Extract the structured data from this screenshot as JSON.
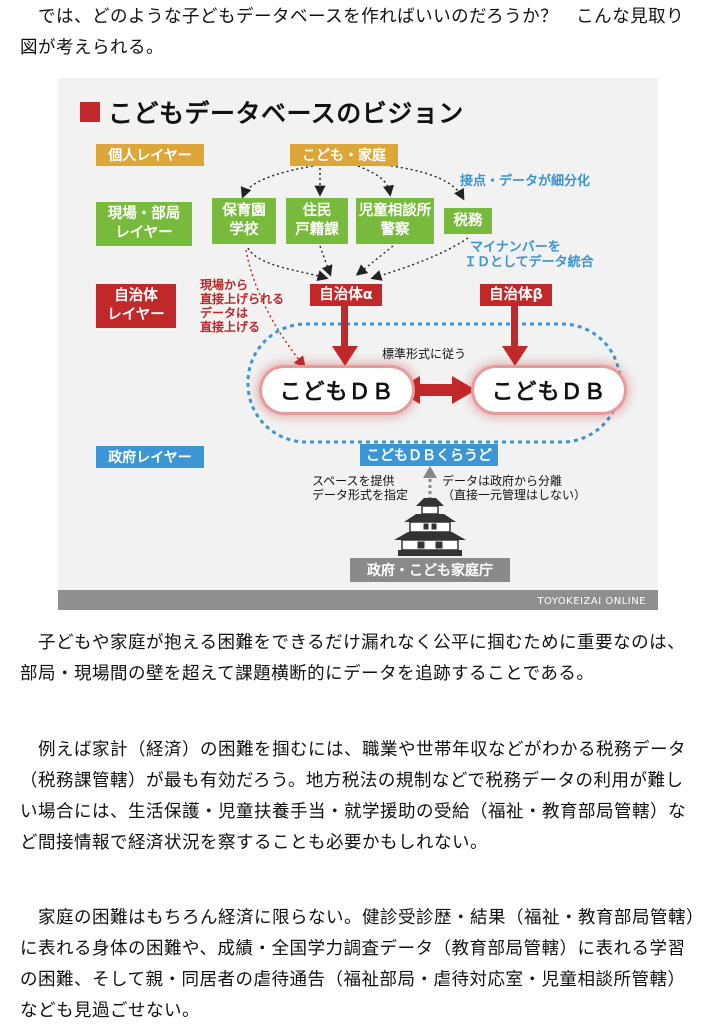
{
  "article": {
    "para1": "　では、どのような子どもデータベースを作ればいいのだろうか？　こんな見取り図が考えられる。",
    "para2": "　子どもや家庭が抱える困難をできるだけ漏れなく公平に掴むために重要なのは、部局・現場間の壁を超えて課題横断的にデータを追跡することである。",
    "para3": "　例えば家計（経済）の困難を掴むには、職業や世帯年収などがわかる税務データ（税務課管轄）が最も有効だろう。地方税法の規制などで税務データの利用が難しい場合には、生活保護・児童扶養手当・就学援助の受給（福祉・教育部局管轄）など間接情報で経済状況を察することも必要かもしれない。",
    "para4": "　家庭の困難はもちろん経済に限らない。健診受診歴・結果（福祉・教育部局管轄）に表れる身体の困難や、成績・全国学力調査データ（教育部局管轄）に表れる学習の困難、そして親・同居者の虐待通告（福祉部局・虐待対応室・児童相談所管轄）なども見過ごせない。"
  },
  "diagram": {
    "title": "こどもデータベースのビジョン",
    "layers": {
      "individual": "個人レイヤー",
      "field": [
        "現場・部局",
        "レイヤー"
      ],
      "municipal": [
        "自治体",
        "レイヤー"
      ],
      "government": "政府レイヤー"
    },
    "child_family": "こども・家庭",
    "field_nodes": {
      "school": [
        "保育園",
        "学校"
      ],
      "resident": [
        "住民",
        "戸籍課"
      ],
      "consult": [
        "児童相談所",
        "警察"
      ],
      "tax": "税務"
    },
    "note_granular": "接点・データが細分化",
    "note_mynumber": [
      "マイナンバーを",
      "ＩＤとしてデータ統合"
    ],
    "note_direct": [
      "現場から",
      "直接上げられる",
      "データは",
      "直接上げる"
    ],
    "muni_alpha": "自治体α",
    "muni_beta": "自治体β",
    "standard_format": "標準形式に従う",
    "db_left": "こどもＤＢ",
    "db_right": "こどもＤＢ",
    "cloud": "こどもＤＢくらうど",
    "space_note": [
      "スペースを提供",
      "データ形式を指定"
    ],
    "separate_note": [
      "データは政府から分離",
      "（直接一元管理はしない）"
    ],
    "agency": "政府・こども家庭庁",
    "source": "TOYOKEIZAI ONLINE",
    "colors": {
      "layer_orange": "#dca63a",
      "field_green": "#78bb3c",
      "municipal_red": "#c1282a",
      "government_blue": "#3b96d3",
      "note_blue": "#3a93cf",
      "note_red": "#b8292b"
    }
  }
}
